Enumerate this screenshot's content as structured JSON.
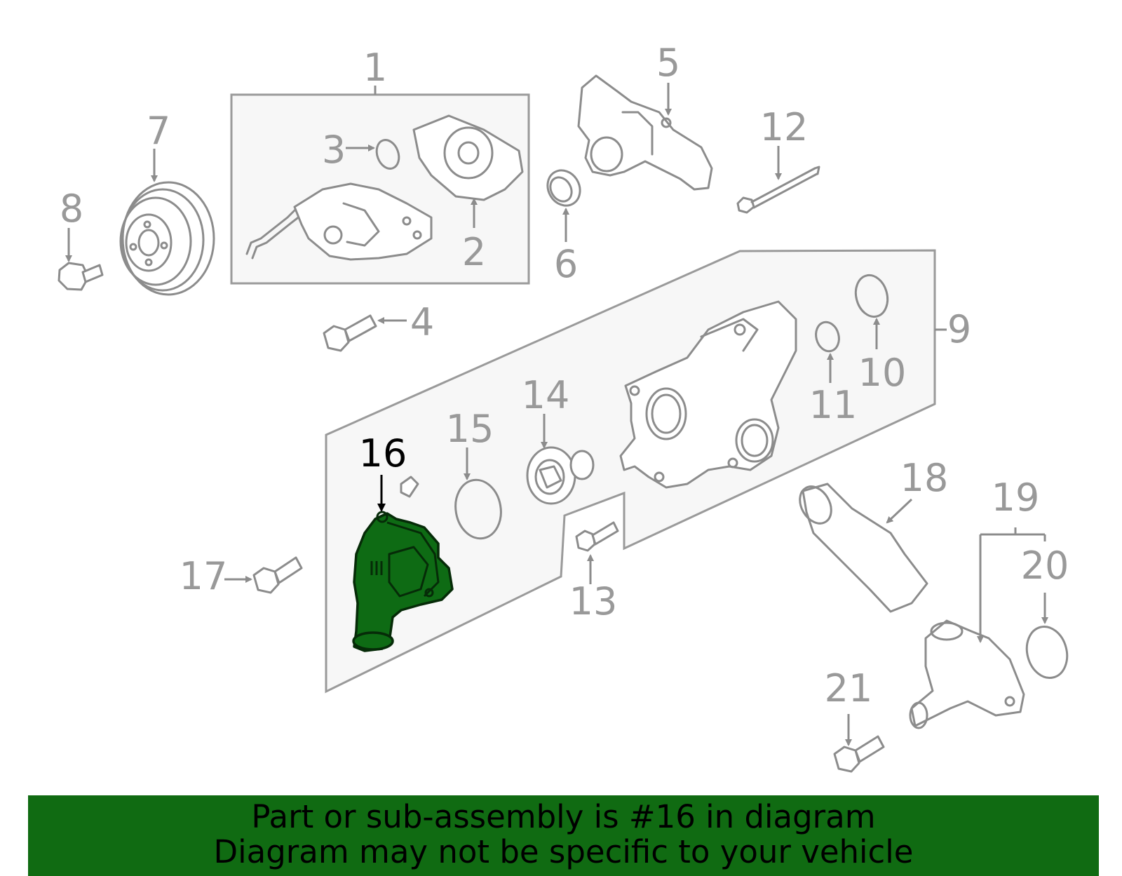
{
  "diagram": {
    "callouts": [
      "1",
      "2",
      "3",
      "4",
      "5",
      "6",
      "7",
      "8",
      "9",
      "10",
      "11",
      "12",
      "13",
      "14",
      "15",
      "16",
      "17",
      "18",
      "19",
      "20",
      "21"
    ],
    "highlighted_part": "16",
    "highlight_color": "#0e6b14",
    "line_color": "#8c8c8c"
  },
  "footer": {
    "line1": "Part or sub-assembly is #16 in diagram",
    "line2": "Diagram may not be specific to your vehicle",
    "background": "#106b12"
  }
}
